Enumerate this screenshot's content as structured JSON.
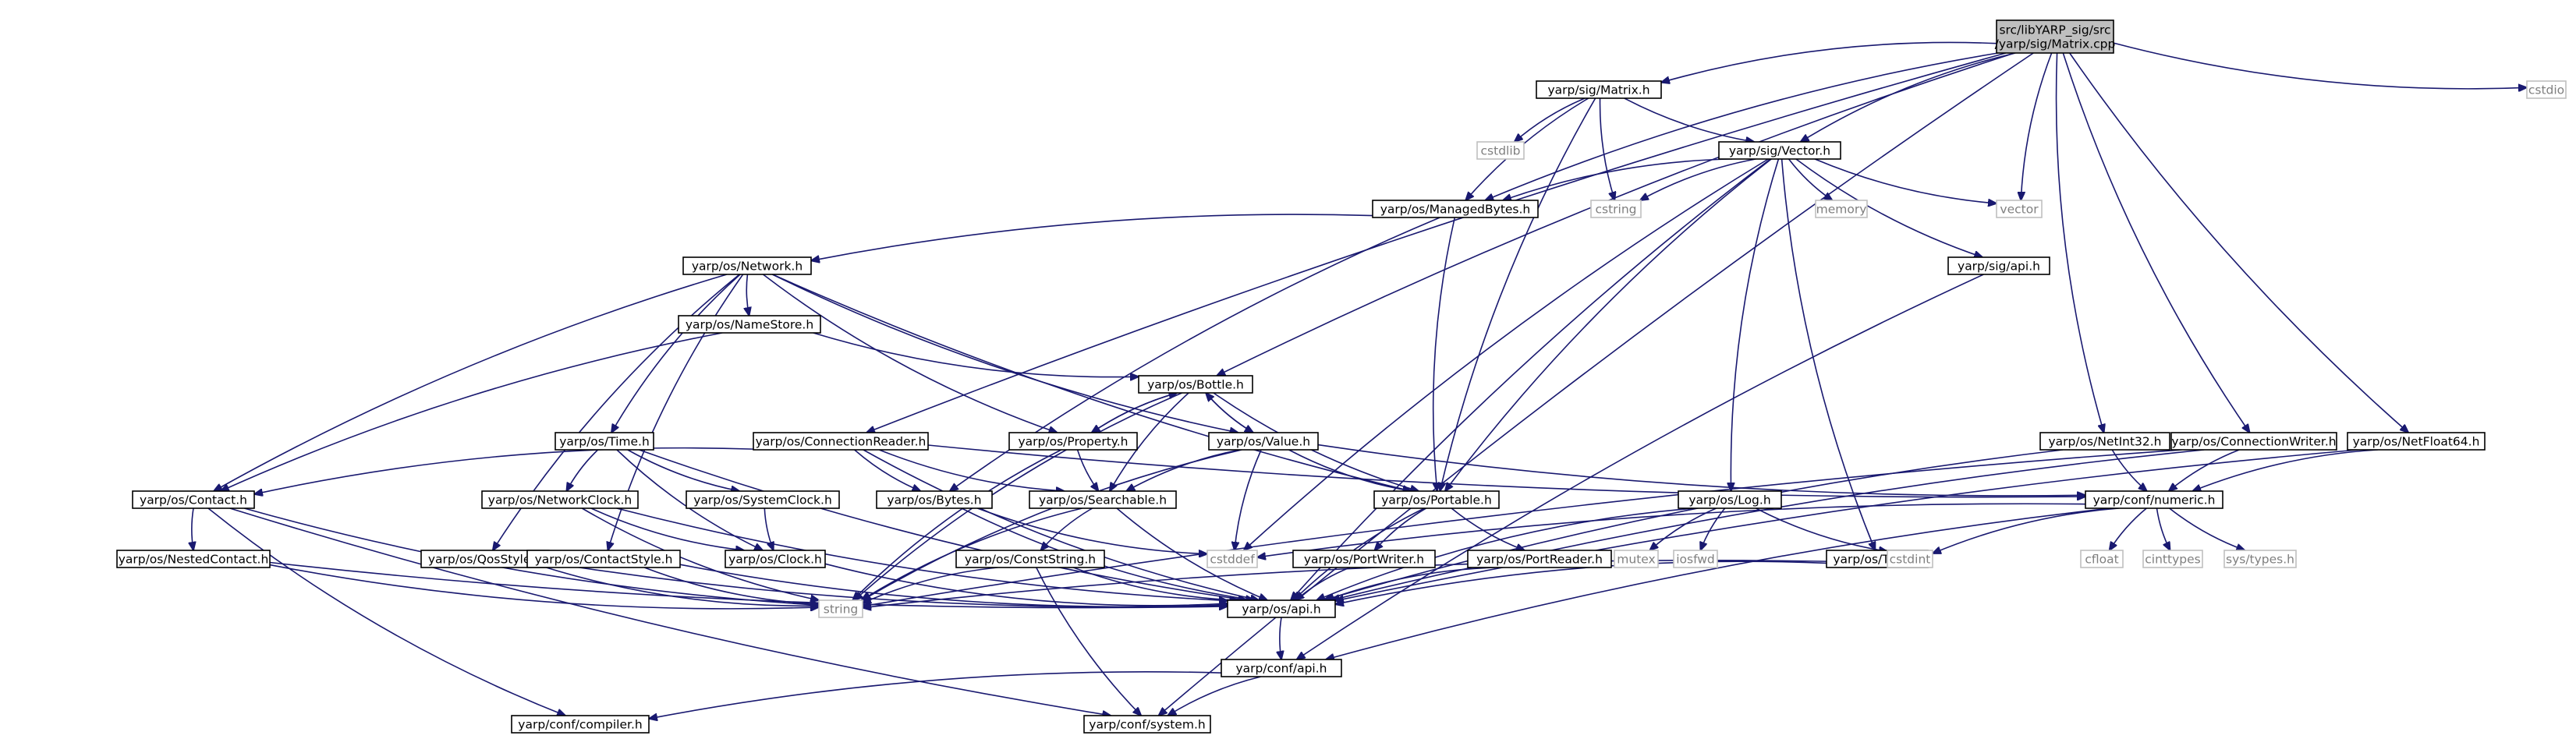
{
  "colors": {
    "edge": "#191970",
    "node_border": "#000000",
    "external_border": "#bfbfbf",
    "root_fill": "#bfbfbf",
    "node_fill": "#ffffff",
    "label": "#000000",
    "external_label": "#7f7f7f"
  },
  "nodes": [
    {
      "id": "root",
      "label": "src/libYARP_sig/src\n/yarp/sig/Matrix.cpp",
      "kind": "root"
    },
    {
      "id": "matrix_h",
      "label": "yarp/sig/Matrix.h",
      "kind": "local"
    },
    {
      "id": "vector_h",
      "label": "yarp/sig/Vector.h",
      "kind": "local"
    },
    {
      "id": "cstdio",
      "label": "cstdio",
      "kind": "external"
    },
    {
      "id": "cstdlib",
      "label": "cstdlib",
      "kind": "external"
    },
    {
      "id": "managedbytes_h",
      "label": "yarp/os/ManagedBytes.h",
      "kind": "local"
    },
    {
      "id": "cstring",
      "label": "cstring",
      "kind": "external"
    },
    {
      "id": "memory",
      "label": "memory",
      "kind": "external"
    },
    {
      "id": "vector",
      "label": "vector",
      "kind": "external"
    },
    {
      "id": "sigapi_h",
      "label": "yarp/sig/api.h",
      "kind": "local"
    },
    {
      "id": "network_h",
      "label": "yarp/os/Network.h",
      "kind": "local"
    },
    {
      "id": "namestore_h",
      "label": "yarp/os/NameStore.h",
      "kind": "local"
    },
    {
      "id": "bottle_h",
      "label": "yarp/os/Bottle.h",
      "kind": "local"
    },
    {
      "id": "time_h",
      "label": "yarp/os/Time.h",
      "kind": "local"
    },
    {
      "id": "connectionreader_h",
      "label": "yarp/os/ConnectionReader.h",
      "kind": "local"
    },
    {
      "id": "property_h",
      "label": "yarp/os/Property.h",
      "kind": "local"
    },
    {
      "id": "value_h",
      "label": "yarp/os/Value.h",
      "kind": "local"
    },
    {
      "id": "netint32_h",
      "label": "yarp/os/NetInt32.h",
      "kind": "local"
    },
    {
      "id": "connectionwriter_h",
      "label": "yarp/os/ConnectionWriter.h",
      "kind": "local"
    },
    {
      "id": "netfloat64_h",
      "label": "yarp/os/NetFloat64.h",
      "kind": "local"
    },
    {
      "id": "contact_h",
      "label": "yarp/os/Contact.h",
      "kind": "local"
    },
    {
      "id": "networkclock_h",
      "label": "yarp/os/NetworkClock.h",
      "kind": "local"
    },
    {
      "id": "systemclock_h",
      "label": "yarp/os/SystemClock.h",
      "kind": "local"
    },
    {
      "id": "bytes_h",
      "label": "yarp/os/Bytes.h",
      "kind": "local"
    },
    {
      "id": "searchable_h",
      "label": "yarp/os/Searchable.h",
      "kind": "local"
    },
    {
      "id": "portable_h",
      "label": "yarp/os/Portable.h",
      "kind": "local"
    },
    {
      "id": "log_h",
      "label": "yarp/os/Log.h",
      "kind": "local"
    },
    {
      "id": "numeric_h",
      "label": "yarp/conf/numeric.h",
      "kind": "local"
    },
    {
      "id": "nestedcontact_h",
      "label": "yarp/os/NestedContact.h",
      "kind": "local"
    },
    {
      "id": "qosstyle_h",
      "label": "yarp/os/QosStyle.h",
      "kind": "local"
    },
    {
      "id": "contactstyle_h",
      "label": "yarp/os/ContactStyle.h",
      "kind": "local"
    },
    {
      "id": "clock_h",
      "label": "yarp/os/Clock.h",
      "kind": "local"
    },
    {
      "id": "conststring_h",
      "label": "yarp/os/ConstString.h",
      "kind": "local"
    },
    {
      "id": "cstddef",
      "label": "cstddef",
      "kind": "external"
    },
    {
      "id": "portwriter_h",
      "label": "yarp/os/PortWriter.h",
      "kind": "local"
    },
    {
      "id": "portreader_h",
      "label": "yarp/os/PortReader.h",
      "kind": "local"
    },
    {
      "id": "mutex",
      "label": "mutex",
      "kind": "external"
    },
    {
      "id": "iosfwd",
      "label": "iosfwd",
      "kind": "external"
    },
    {
      "id": "type_h",
      "label": "yarp/os/Type.h",
      "kind": "local"
    },
    {
      "id": "cstdint",
      "label": "cstdint",
      "kind": "external"
    },
    {
      "id": "cfloat",
      "label": "cfloat",
      "kind": "external"
    },
    {
      "id": "cinttypes",
      "label": "cinttypes",
      "kind": "external"
    },
    {
      "id": "systypes_h",
      "label": "sys/types.h",
      "kind": "external"
    },
    {
      "id": "string",
      "label": "string",
      "kind": "external"
    },
    {
      "id": "osapi_h",
      "label": "yarp/os/api.h",
      "kind": "local"
    },
    {
      "id": "confapi_h",
      "label": "yarp/conf/api.h",
      "kind": "local"
    },
    {
      "id": "compiler_h",
      "label": "yarp/conf/compiler.h",
      "kind": "local"
    },
    {
      "id": "system_h",
      "label": "yarp/conf/system.h",
      "kind": "local"
    }
  ]
}
